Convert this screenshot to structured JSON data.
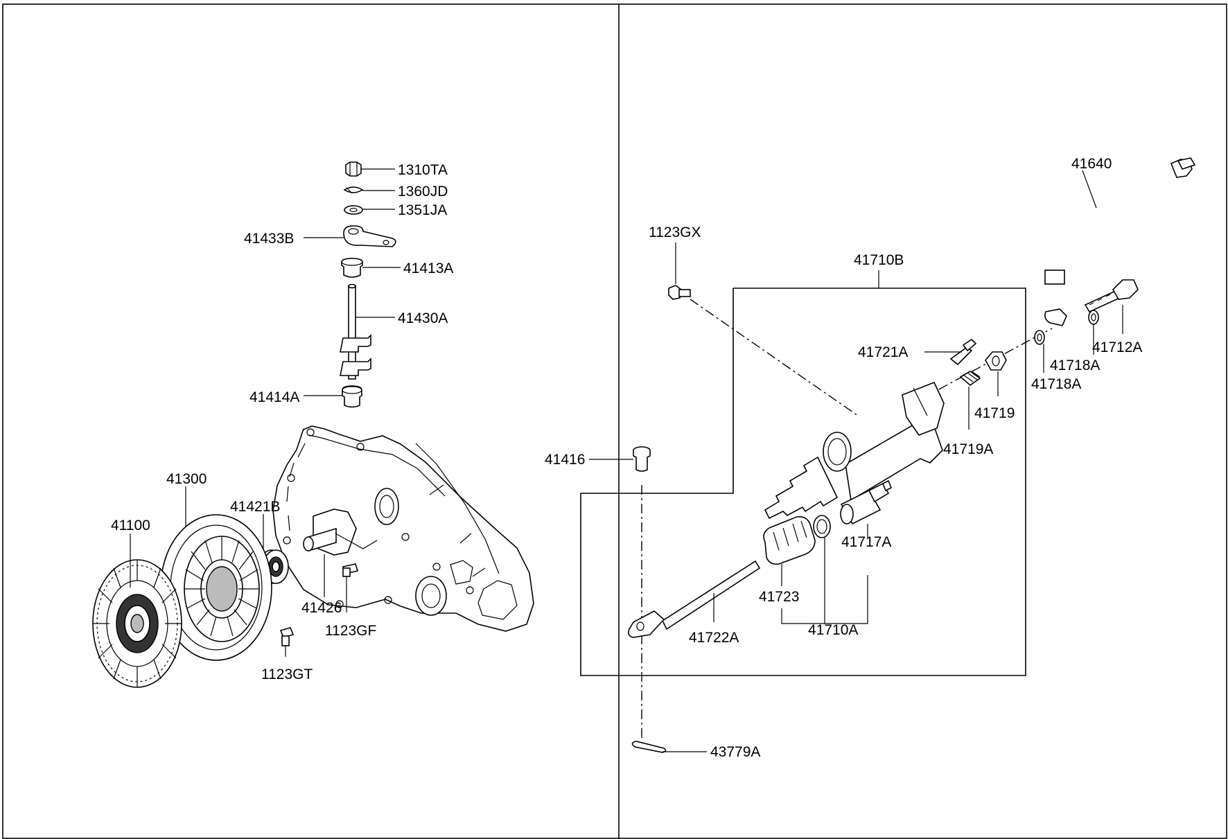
{
  "diagram": {
    "left_panel": {
      "labels": {
        "p1310TA": "1310TA",
        "p1360JD": "1360JD",
        "p1351JA": "1351JA",
        "p41433B": "41433B",
        "p41413A": "41413A",
        "p41430A": "41430A",
        "p41414A": "41414A",
        "p41300": "41300",
        "p41100": "41100",
        "p41421B": "41421B",
        "p41426": "41426",
        "p1123GF": "1123GF",
        "p1123GT": "1123GT"
      }
    },
    "right_panel": {
      "labels": {
        "p41640": "41640",
        "p1123GX": "1123GX",
        "p41710B": "41710B",
        "p41721A": "41721A",
        "p41718A_top": "41718A",
        "p41712A": "41712A",
        "p41718A_bottom": "41718A",
        "p41719": "41719",
        "p41719A": "41719A",
        "p41416": "41416",
        "p41717A": "41717A",
        "p41723": "41723",
        "p41710A": "41710A",
        "p41722A": "41722A",
        "p43779A": "43779A"
      }
    }
  }
}
